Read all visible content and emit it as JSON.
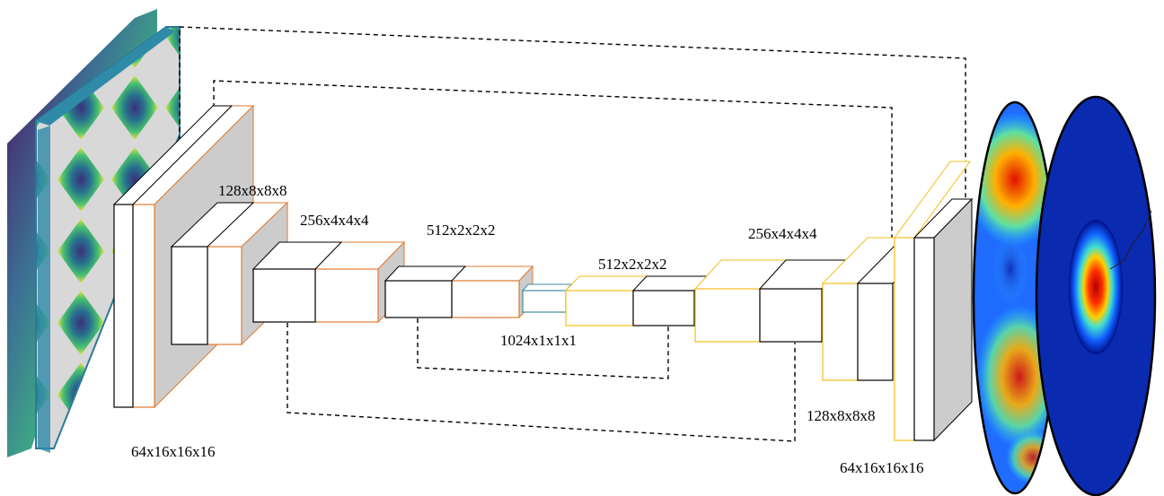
{
  "labels": {
    "enc_l1": "64x16x16x16",
    "enc_l2": "128x8x8x8",
    "enc_l3": "256x4x4x4",
    "enc_l4": "512x2x2x2",
    "bottleneck": "1024x1x1x1",
    "dec_l4": "512x2x2x2",
    "dec_l3": "256x4x4x4",
    "dec_l2": "128x8x8x8",
    "dec_l1": "64x16x16x16"
  },
  "colors": {
    "encoder_edge": "#e07a30",
    "decoder_edge": "#f2bf1c",
    "bottleneck_edge": "#3f8aa0",
    "block_fill": "#ffffff",
    "side_fill": "#cccccc",
    "skip_line": "#000000"
  },
  "input_image_icon": "diamond-pattern-volume-icon",
  "output_image_icon": "spherical-heatmap-icon"
}
